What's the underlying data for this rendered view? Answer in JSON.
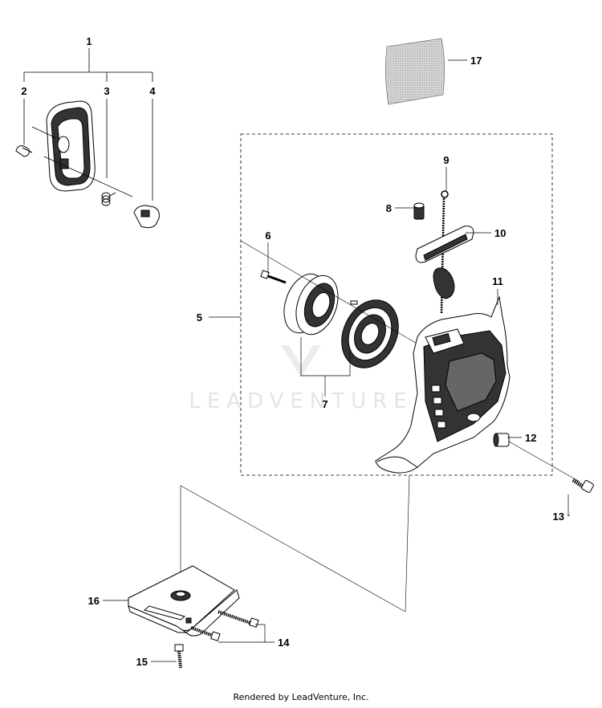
{
  "callouts": {
    "c1": "1",
    "c2": "2",
    "c3": "3",
    "c4": "4",
    "c5": "5",
    "c6": "6",
    "c7": "7",
    "c8": "8",
    "c9": "9",
    "c10": "10",
    "c11": "11",
    "c12": "12",
    "c13": "13",
    "c14": "14",
    "c15": "15",
    "c16": "16",
    "c17": "17"
  },
  "watermark": "LEADVENTURE",
  "footer": "Rendered by LeadVenture, Inc.",
  "colors": {
    "line": "#000000",
    "watermark": "#e4e4e4",
    "part_fill": "#ffffff",
    "part_dark": "#333333"
  }
}
